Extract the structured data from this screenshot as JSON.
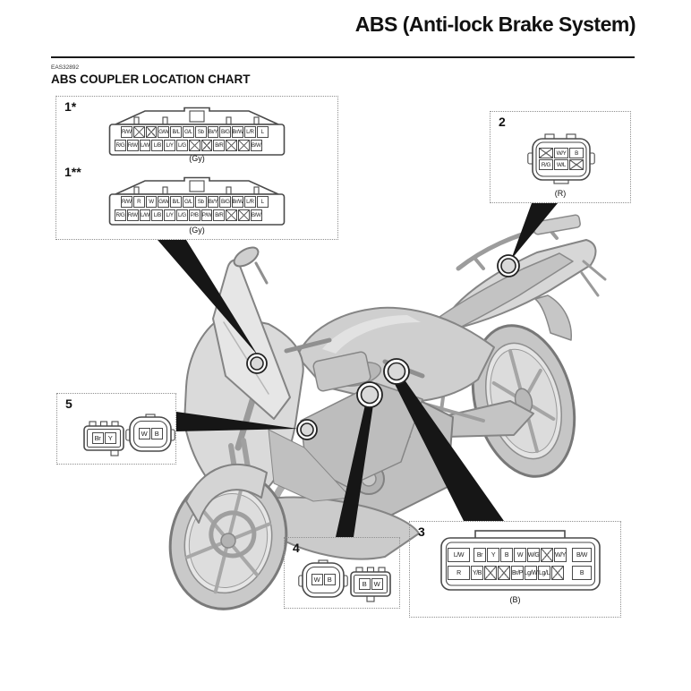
{
  "header": {
    "title": "ABS (Anti-lock Brake System)",
    "code": "EAS32892",
    "heading": "ABS COUPLER LOCATION CHART"
  },
  "colors": {
    "ink": "#111111",
    "housing_line": "#4a4a4a",
    "dash_border": "#8f8f8f",
    "artwork_gray": "#cdcdcd"
  },
  "connectors": {
    "c1a": {
      "id": "1*",
      "label": "(Gy)",
      "row1": [
        "R/W",
        "X",
        "X",
        "G/W",
        "B/L",
        "G/L",
        "Sb",
        "Br/Y",
        "B/G",
        "Br/W",
        "L/R",
        "L"
      ],
      "row2": [
        "R/G",
        "R/W",
        "L/W",
        "L/B",
        "L/Y",
        "L/G",
        "X",
        "X",
        "B/R",
        "X",
        "X",
        "B/W"
      ]
    },
    "c1b": {
      "id": "1**",
      "label": "(Gy)",
      "row1": [
        "R/W",
        "R",
        "W",
        "G/W",
        "B/L",
        "G/L",
        "Sb",
        "Br/Y",
        "B/G",
        "Br/W",
        "L/R",
        "L"
      ],
      "row2": [
        "R/G",
        "R/W",
        "L/W",
        "L/B",
        "L/Y",
        "L/G",
        "P/B",
        "P/W",
        "B/R",
        "X",
        "X",
        "B/W"
      ]
    },
    "c2": {
      "id": "2",
      "label": "(R)",
      "cells": [
        "X",
        "W/Y",
        "B",
        "R/G",
        "W/L",
        "X"
      ]
    },
    "c3": {
      "id": "3",
      "label": "(B)",
      "left": [
        "L/W",
        "R"
      ],
      "row1": [
        "Br",
        "Y",
        "B",
        "W",
        "W/G",
        "X",
        "W/Y"
      ],
      "row2": [
        "Y/B",
        "X",
        "X",
        "Br/P",
        "Lg/W",
        "Lg/L",
        "X"
      ],
      "right": [
        "B/W",
        "B"
      ]
    },
    "c4": {
      "id": "4",
      "conn_a": [
        "W",
        "B"
      ],
      "conn_b": [
        "B",
        "W"
      ]
    },
    "c5": {
      "id": "5",
      "conn_a": [
        "Br",
        "Y"
      ],
      "conn_b": [
        "W",
        "B"
      ]
    }
  }
}
